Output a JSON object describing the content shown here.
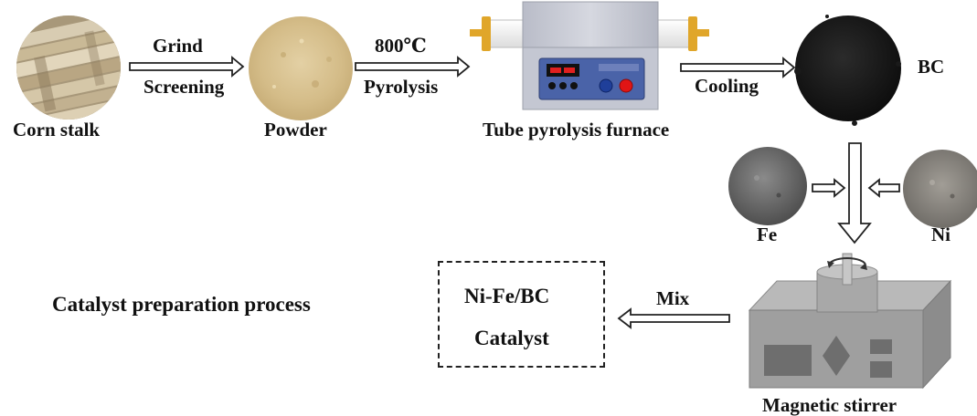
{
  "title": "Catalyst preparation process",
  "materials": {
    "corn_stalk": "Corn stalk",
    "powder": "Powder",
    "furnace": "Tube pyrolysis furnace",
    "bc": "BC",
    "fe": "Fe",
    "ni": "Ni",
    "stirrer": "Magnetic stirrer"
  },
  "steps": {
    "grind": "Grind",
    "screening": "Screening",
    "temp": "800℃",
    "pyrolysis": "Pyrolysis",
    "cooling": "Cooling",
    "mix": "Mix"
  },
  "product": {
    "line1": "Ni-Fe/BC",
    "line2": "Catalyst"
  },
  "colors": {
    "stalk": "#c8b89a",
    "powder": "#d8c190",
    "biochar": "#1c1c1c",
    "fe_powder": "#6d6d6d",
    "ni_powder": "#8a8680",
    "furnace_body": "#c9ccd6",
    "stirrer_body": "#a9a9a9",
    "display_red": "#e02020",
    "knob_blue": "#1f3f9a",
    "knob_red": "#e01515",
    "end_cap": "#e0a62a"
  }
}
